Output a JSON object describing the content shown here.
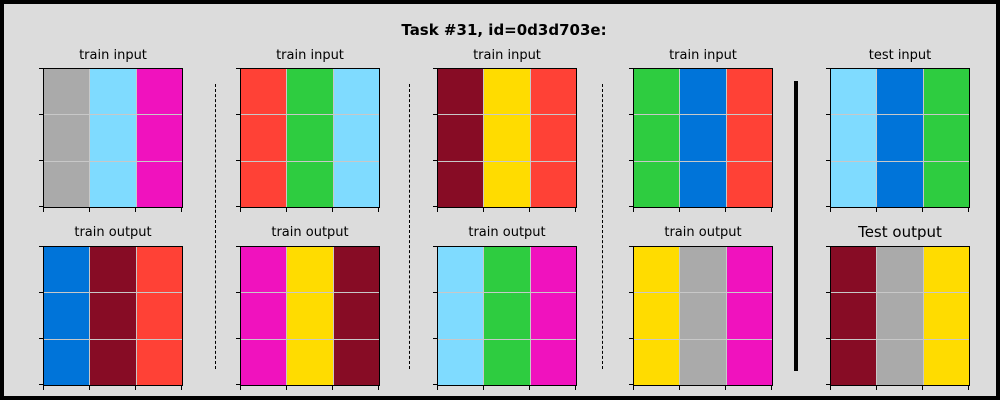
{
  "title": "Task #31, id=0d3d703e:",
  "palette": {
    "gray": "#aaaaaa",
    "lightblue": "#7fdbff",
    "magenta": "#f012be",
    "red": "#ff4136",
    "green": "#2ecc40",
    "maroon": "#870c25",
    "yellow": "#ffdc00",
    "blue": "#0074d9"
  },
  "panels": [
    {
      "label": "train input",
      "colors": [
        "gray",
        "lightblue",
        "magenta"
      ]
    },
    {
      "label": "train output",
      "colors": [
        "blue",
        "maroon",
        "red"
      ]
    },
    {
      "label": "train input",
      "colors": [
        "red",
        "green",
        "lightblue"
      ]
    },
    {
      "label": "train output",
      "colors": [
        "magenta",
        "yellow",
        "maroon"
      ]
    },
    {
      "label": "train input",
      "colors": [
        "maroon",
        "yellow",
        "red"
      ]
    },
    {
      "label": "train output",
      "colors": [
        "lightblue",
        "green",
        "magenta"
      ]
    },
    {
      "label": "train input",
      "colors": [
        "green",
        "blue",
        "red"
      ]
    },
    {
      "label": "train output",
      "colors": [
        "yellow",
        "gray",
        "magenta"
      ]
    },
    {
      "label": "test input",
      "colors": [
        "lightblue",
        "blue",
        "green"
      ]
    },
    {
      "label": "Test output",
      "colors": [
        "maroon",
        "gray",
        "yellow"
      ]
    }
  ]
}
